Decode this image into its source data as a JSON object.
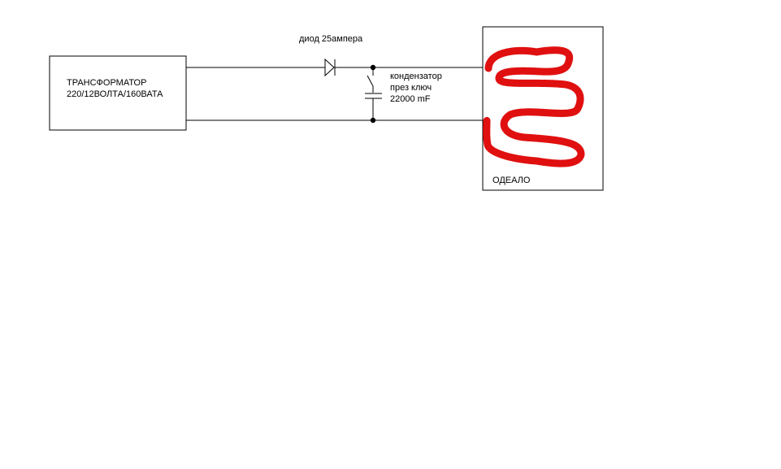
{
  "labels": {
    "transformer_line1": "ТРАНСФОРМАТОР",
    "transformer_line2": "220/12ВОЛТА/160ВАТА",
    "diode": "диод 25ампера",
    "capacitor_line1": "кондензатор",
    "capacitor_line2": "през ключ",
    "capacitor_line3": "22000 mF",
    "blanket": "ОДЕАЛО"
  },
  "colors": {
    "wire": "#000000",
    "heating_element": "#e01010",
    "background": "#ffffff"
  },
  "icons": {
    "diode": "diode-symbol-icon",
    "switch": "switch-symbol-icon",
    "capacitor": "capacitor-symbol-icon",
    "junction": "junction-dot-icon"
  }
}
